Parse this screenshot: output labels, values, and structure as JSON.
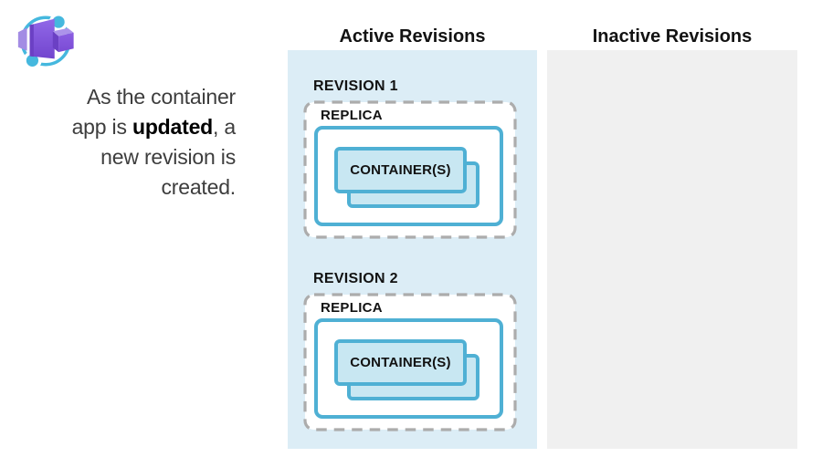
{
  "logo": {
    "icon": "container-apps-icon"
  },
  "caption": {
    "line1": "As the container",
    "line2_before": "app is ",
    "line2_bold": "updated",
    "line2_after": ", a",
    "line3": "new revision is",
    "line4": "created."
  },
  "columns": {
    "active": {
      "title": "Active Revisions"
    },
    "inactive": {
      "title": "Inactive Revisions"
    }
  },
  "revisions": [
    {
      "label": "REVISION 1",
      "replica_label": "REPLICA",
      "container_label": "CONTAINER(S)"
    },
    {
      "label": "REVISION 2",
      "replica_label": "REPLICA",
      "container_label": "CONTAINER(S)"
    }
  ],
  "colors": {
    "active_panel_bg": "#DCEDF6",
    "inactive_panel_bg": "#F0F0F0",
    "accent_teal": "#4FB0D4",
    "container_fill": "#C8E7F2",
    "dashed_border": "#ACACAC",
    "logo_blue": "#45B8DE",
    "logo_purple": "#7E52D8",
    "text_dark": "#3D3D3D",
    "heading_dark": "#121212"
  }
}
